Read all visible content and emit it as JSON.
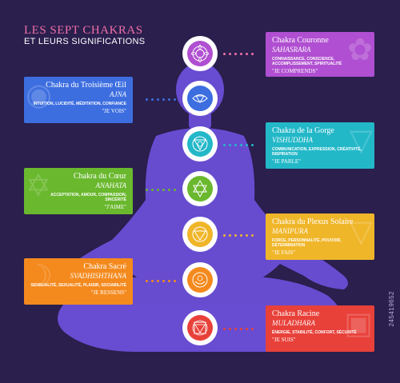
{
  "header": {
    "title": "LES SEPT CHAKRAS",
    "subtitle": "ET LEURS SIGNIFICATIONS"
  },
  "watermark": "245419652",
  "colors": {
    "background": "#2a1f4d",
    "silhouette": "#6b4fd8",
    "title": "#f06fa8"
  },
  "chakras": [
    {
      "name": "Chakra Couronne",
      "sanskrit": "SAHASRARA",
      "meaning": "CONNAISSANCE, CONSCIENCE, ACCOMPLISSEMENT, SPIRITUALITÉ",
      "phrase": "\"JE COMPRENDS\"",
      "color": "#b04fd1",
      "side": "right",
      "icon": "lotus-icon"
    },
    {
      "name": "Chakra du Troisième Œil",
      "sanskrit": "AJNA",
      "meaning": "INTUITION, LUCIDITÉ, MÉDITATION, CONFIANCE",
      "phrase": "\"JE VOIS\"",
      "color": "#3d6ee0",
      "side": "left",
      "icon": "eye-icon"
    },
    {
      "name": "Chakra de la Gorge",
      "sanskrit": "VISHUDDHA",
      "meaning": "COMMUNICATION, EXPRESSION, CRÉATIVITÉ, INSPIRATION",
      "phrase": "\"JE PARLE\"",
      "color": "#23b8c8",
      "side": "right",
      "icon": "triangle-icon"
    },
    {
      "name": "Chakra du Cœur",
      "sanskrit": "ANAHATA",
      "meaning": "ACCEPTATION, AMOUR, COMPASSION, SINCÉRITÉ",
      "phrase": "\"J'AIME\"",
      "color": "#6ab82e",
      "side": "left",
      "icon": "star-icon"
    },
    {
      "name": "Chakra du Plexus Solaire",
      "sanskrit": "MANIPURA",
      "meaning": "FORCE, PERSONNALITÉ, POUVOIR, DÉTERMINATION",
      "phrase": "\"JE FAIS\"",
      "color": "#f0b62a",
      "side": "right",
      "icon": "sun-triangle-icon"
    },
    {
      "name": "Chakra Sacré",
      "sanskrit": "SVADHISHTHANA",
      "meaning": "SENSUALITÉ, SEXUALITÉ, PLAISIR, SOCIABILITÉ",
      "phrase": "\"JE RESSENS\"",
      "color": "#f48a1e",
      "side": "left",
      "icon": "crescent-icon"
    },
    {
      "name": "Chakra Racine",
      "sanskrit": "MULADHARA",
      "meaning": "ÉNERGIE, STABILITÉ, CONFORT, SÉCURITÉ",
      "phrase": "\"JE SUIS\"",
      "color": "#e8413a",
      "side": "right",
      "icon": "square-triangle-icon"
    }
  ]
}
